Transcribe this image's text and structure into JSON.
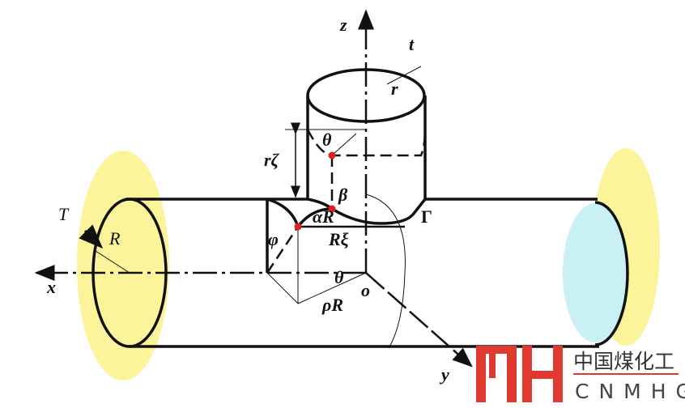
{
  "labels": {
    "z": "z",
    "t": "t",
    "r": "r",
    "theta_top": "θ",
    "r_zeta": "rζ",
    "beta": "β",
    "alpha_R": "αR",
    "R_xi": "Rξ",
    "gamma": "Γ",
    "T": "T",
    "R": "R",
    "phi": "φ",
    "x": "x",
    "theta_bottom": "θ",
    "o": "o",
    "rho_R": "ρR",
    "y": "y"
  },
  "logo": {
    "mark": "MH",
    "chinese": "中国煤化工",
    "english": "CNMHG"
  },
  "colors": {
    "yellow": "#fbf49a",
    "cyan": "#c9f0f4",
    "red": "#e02020",
    "logo_red": "#e03a30"
  }
}
